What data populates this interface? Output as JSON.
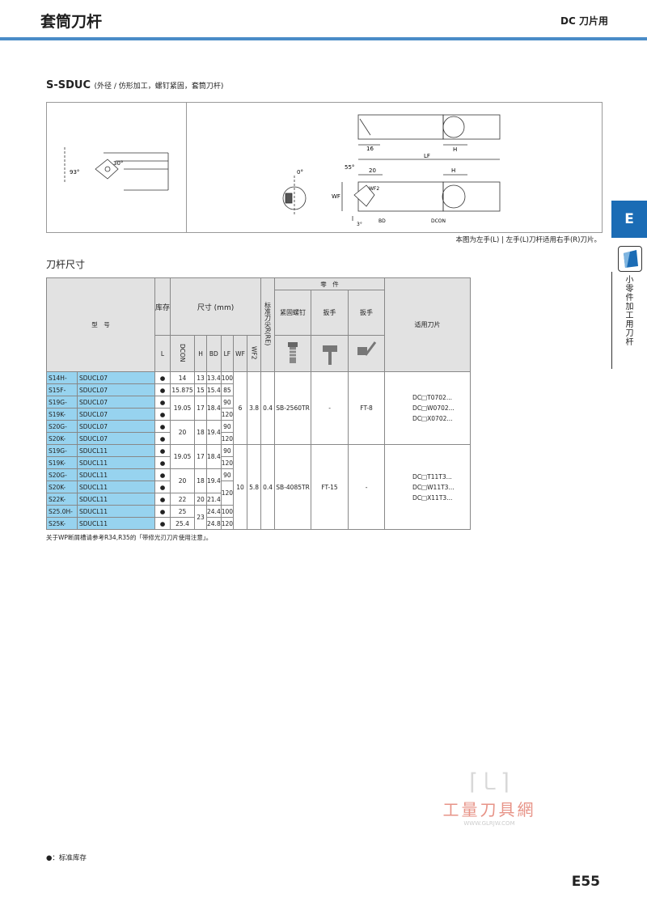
{
  "header": {
    "title": "套筒刀杆",
    "right": "DC 刀片用"
  },
  "model": {
    "code": "S-SDUC",
    "desc": "(外径 / 仿形加工，螺钉紧固，套筒刀杆)"
  },
  "diagram": {
    "labels": {
      "a30": "30°",
      "a93": "93°",
      "a0": "0°",
      "a55": "55°",
      "d16": "16",
      "d20": "20",
      "H1": "H",
      "H2": "H",
      "LF": "LF",
      "WF": "WF",
      "WF2": "WF2",
      "BD": "BD",
      "DCON": "DCON",
      "a3": "3°"
    }
  },
  "note": "本图为左手(L) | 左手(L)刀杆适用右手(R)刀片。",
  "section_title": "刀杆尺寸",
  "side": {
    "tab": "E",
    "vertical_text": "小零件加工用刀杆"
  },
  "table": {
    "h_model": "型　号",
    "h_stock": "库存",
    "h_dims": "尺寸 (mm)",
    "h_re": "标准刀尖R(RE)",
    "h_parts": "零　件",
    "h_screw": "紧固螺钉",
    "h_wrench1": "扳手",
    "h_wrench2": "扳手",
    "h_insert": "适用刀片",
    "h_L": "L",
    "h_DCON": "DCON",
    "h_H": "H",
    "h_BD": "BD",
    "h_LF": "LF",
    "h_WF": "WF",
    "h_WF2": "WF2",
    "stock_mark": "●",
    "rows": [
      [
        "S14H-",
        "SDUCL07"
      ],
      [
        "S15F-",
        "SDUCL07"
      ],
      [
        "S19G-",
        "SDUCL07"
      ],
      [
        "S19K-",
        "SDUCL07"
      ],
      [
        "S20G-",
        "SDUCL07"
      ],
      [
        "S20K-",
        "SDUCL07"
      ],
      [
        "S19G-",
        "SDUCL11"
      ],
      [
        "S19K-",
        "SDUCL11"
      ],
      [
        "S20G-",
        "SDUCL11"
      ],
      [
        "S20K-",
        "SDUCL11"
      ],
      [
        "S22K-",
        "SDUCL11"
      ],
      [
        "S25.0H-",
        "SDUCL11"
      ],
      [
        "S25K-",
        "SDUCL11"
      ]
    ],
    "v": {
      "d1": "14",
      "h1": "13",
      "bd1": "13.4",
      "lf1": "100",
      "d2": "15.875",
      "h2": "15",
      "bd2": "15.4",
      "lf2": "85",
      "d3": "19.05",
      "h3": "17",
      "bd3": "18.4",
      "lf3": "90",
      "lf4": "120",
      "d5": "20",
      "h5": "18",
      "bd5": "19.4",
      "lf5": "90",
      "lf6": "120",
      "wf_a": "6",
      "wf2_a": "3.8",
      "re_a": "0.4",
      "screw_a": "SB-2560TR",
      "w1_a": "-",
      "w2_a": "FT-8",
      "ins_a": [
        "DC□T0702...",
        "DC□W0702...",
        "DC□X0702..."
      ],
      "d7": "19.05",
      "h7": "17",
      "bd7": "18.4",
      "lf7": "90",
      "lf8": "120",
      "d9": "20",
      "h9": "18",
      "bd9": "19.4",
      "lf9": "90",
      "lf10": "120",
      "d11": "22",
      "h11": "20",
      "bd11": "21.4",
      "d12": "25",
      "h12": "23",
      "bd12": "24.4",
      "lf12": "100",
      "d13": "25.4",
      "bd13": "24.8",
      "lf13": "120",
      "wf_b": "10",
      "wf2_b": "5.8",
      "re_b": "0.4",
      "screw_b": "SB-4085TR",
      "w1_b": "FT-15",
      "w2_b": "-",
      "ins_b": [
        "DC□T11T3...",
        "DC□W11T3...",
        "DC□X11T3..."
      ]
    }
  },
  "footnote": "关于WP断屑槽请参考R34,R35的「带修光刃刀片使用注意」。",
  "legend": "●：标准库存",
  "page_number": "E55",
  "watermark": {
    "cn": "工量刀具網",
    "url": "WWW.GLRJW.COM"
  }
}
